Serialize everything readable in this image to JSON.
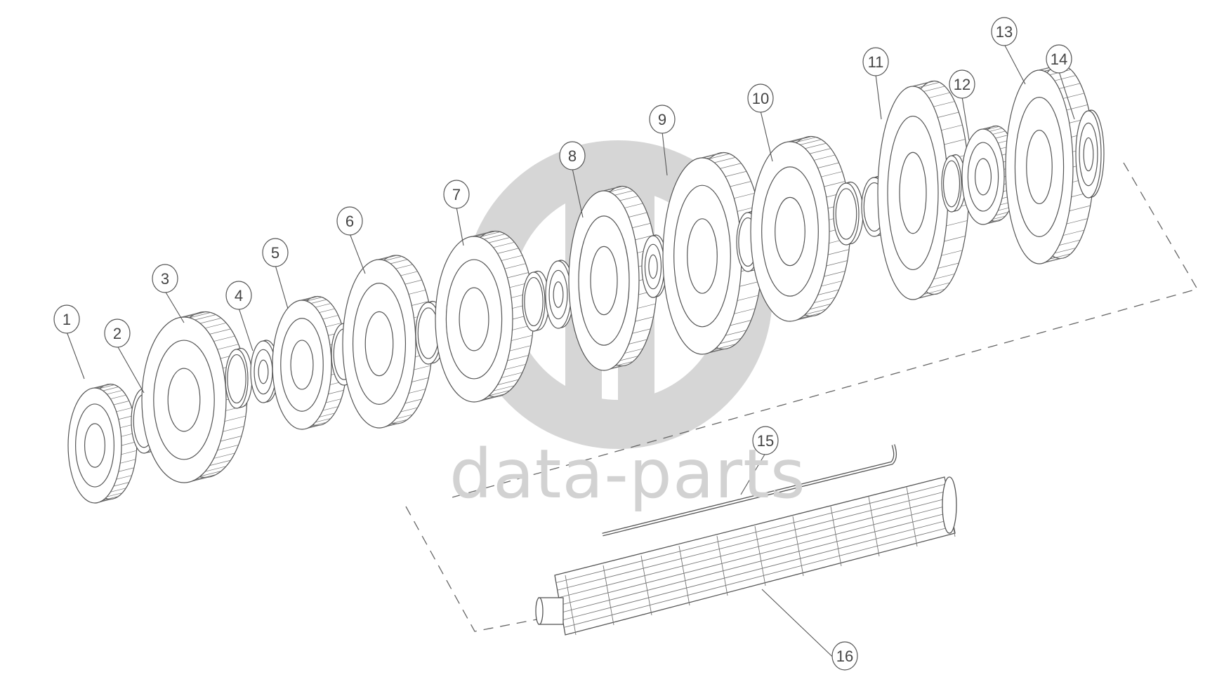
{
  "watermark": {
    "text": "data-parts"
  },
  "callouts": [
    {
      "label": "1"
    },
    {
      "label": "2"
    },
    {
      "label": "3"
    },
    {
      "label": "4"
    },
    {
      "label": "5"
    },
    {
      "label": "6"
    },
    {
      "label": "7"
    },
    {
      "label": "8"
    },
    {
      "label": "9"
    },
    {
      "label": "10"
    },
    {
      "label": "11"
    },
    {
      "label": "12"
    },
    {
      "label": "13"
    },
    {
      "label": "14"
    },
    {
      "label": "15"
    },
    {
      "label": "16"
    }
  ],
  "colors": {
    "line": "#555555",
    "watermark": "#d2d2d2",
    "background": "#ffffff"
  }
}
